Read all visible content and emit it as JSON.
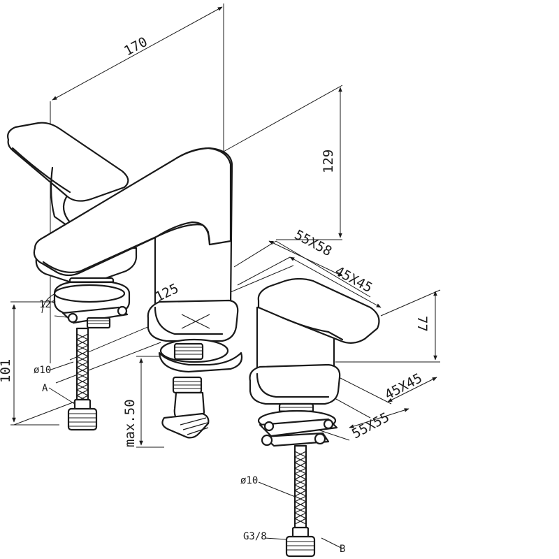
{
  "dimensions": {
    "width_170": "170",
    "height_129": "129",
    "body_55x58": "55X58",
    "body_45x45_top": "45X45",
    "height_77": "77",
    "base_45x45": "45X45",
    "base_55x55": "55X55",
    "spout_125": "125",
    "angle_12": "12°",
    "height_101": "101",
    "max_50": "max.50",
    "dia_10_left": "ø10",
    "dia_10_right": "ø10",
    "thread_g38": "G3/8"
  },
  "callouts": {
    "hose_a": "A",
    "hose_b": "B"
  },
  "icons": {
    "left_valve": "mixer-valve-icon",
    "spout": "spout-icon",
    "right_valve": "mixer-valve-icon",
    "waste": "pop-up-waste-icon"
  }
}
